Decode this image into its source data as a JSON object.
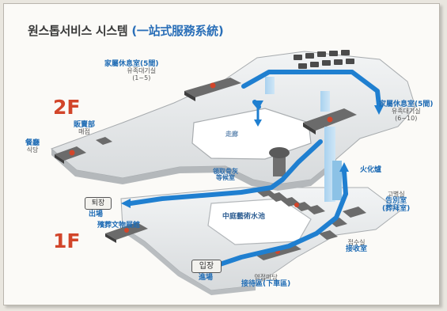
{
  "title": {
    "korean": "원스톱서비스 시스템",
    "hanja": "(一站式服務系統)"
  },
  "floors": {
    "upper": "2F",
    "lower": "1F"
  },
  "labels": {
    "family_rest_1": {
      "hanja": "家屬休息室(5間)",
      "korean": "유족대기실",
      "range": "(1~5)"
    },
    "family_rest_2": {
      "hanja": "家屬休息室(5間)",
      "korean": "유족대기실",
      "range": "(6~10)"
    },
    "sales": {
      "hanja": "販賣部",
      "korean": "매점"
    },
    "restaurant": {
      "hanja": "餐廳",
      "korean": "식당"
    },
    "corridor": {
      "hanja": "走廊"
    },
    "collect": {
      "hanja": "領取骨灰",
      "hanja2": "等候室"
    },
    "exit": {
      "box": "퇴장",
      "hanja": "出場"
    },
    "cremation": {
      "hanja": "火化爐"
    },
    "farewell": {
      "korean": "고별실",
      "hanja": "告別室",
      "hanja2": "(葬拜室)"
    },
    "fountain": {
      "hanja": "中庭藝術水池"
    },
    "relics": {
      "hanja": "殯葬文物展館"
    },
    "reception": {
      "korean": "접수실",
      "hanja": "接收室"
    },
    "entrance": {
      "box": "입장",
      "hanja": "進場"
    },
    "welcome": {
      "korean": "영접마당",
      "hanja": "接待區(下車區)"
    }
  },
  "colors": {
    "flow": "#1f7fd0",
    "accent": "#d2452a",
    "label": "#1f6cb5"
  }
}
